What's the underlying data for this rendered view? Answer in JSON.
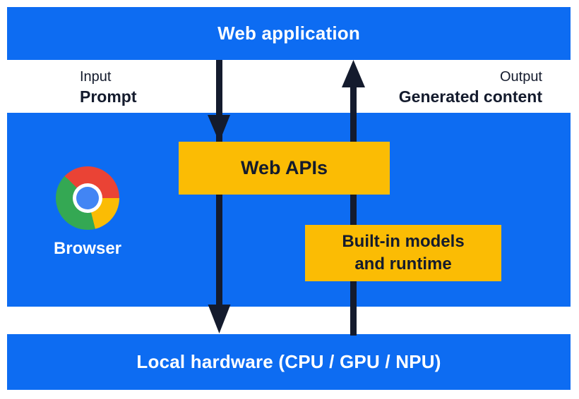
{
  "colors": {
    "blue": "#0d6cf2",
    "yellow": "#fbbc04",
    "dark": "#141b2d",
    "white": "#ffffff",
    "chrome_red": "#ea4335",
    "chrome_yellow": "#fbbc04",
    "chrome_green": "#34a853",
    "chrome_blue": "#4285f4"
  },
  "layers": {
    "web_application": {
      "label": "Web application"
    },
    "browser": {
      "label": "Browser",
      "icon": "chrome-icon"
    },
    "web_apis": {
      "label": "Web APIs"
    },
    "builtin_models": {
      "label": "Built-in models and runtime",
      "line1": "Built-in models",
      "line2": "and runtime"
    },
    "local_hardware": {
      "label": "Local hardware (CPU / GPU / NPU)"
    }
  },
  "flows": {
    "input": {
      "caption": "Input",
      "label": "Prompt",
      "direction": "down"
    },
    "output": {
      "caption": "Output",
      "label": "Generated content",
      "direction": "up"
    }
  }
}
